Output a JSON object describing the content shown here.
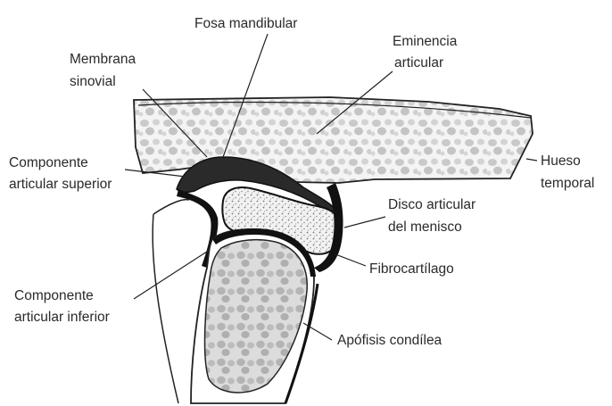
{
  "labels": {
    "fosa": "Fosa mandibular",
    "eminencia_1": "Eminencia",
    "eminencia_2": "articular",
    "membrana_1": "Membrana",
    "membrana_2": "sinovial",
    "comp_sup_1": "Componente",
    "comp_sup_2": "articular superior",
    "hueso_1": "Hueso",
    "hueso_2": "temporal",
    "disco_1": "Disco articular",
    "disco_2": "del menisco",
    "fibro": "Fibrocartílago",
    "comp_inf_1": "Componente",
    "comp_inf_2": "articular inferior",
    "apofisis": "Apófisis condílea"
  }
}
